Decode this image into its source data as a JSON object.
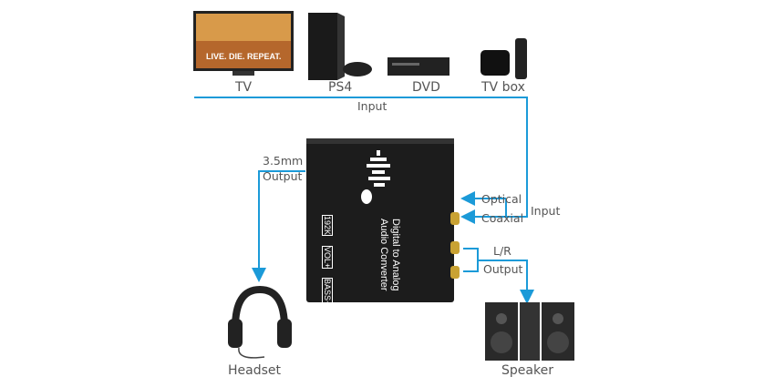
{
  "sources": [
    {
      "label": "TV",
      "screen_text": "LIVE. DIE. REPEAT."
    },
    {
      "label": "PS4"
    },
    {
      "label": "DVD"
    },
    {
      "label": "TV box"
    }
  ],
  "input_label": "Input",
  "device": {
    "title_line1": "Digital to Analog",
    "title_line2": "Audio Converter",
    "buttons": [
      "192K",
      "VOL+",
      "BASS+"
    ]
  },
  "right_input": {
    "optical": "Optical",
    "coaxial": "Coaxial",
    "label": "Input"
  },
  "headphone_output": {
    "line1": "3.5mm",
    "line2": "Output"
  },
  "lr_output": {
    "line1": "L/R",
    "line2": "Output"
  },
  "outputs": {
    "headset": "Headset",
    "speaker": "Speaker"
  },
  "colors": {
    "line": "#1b9ad8",
    "device": "#1c1c1c",
    "gold": "#c9a233"
  }
}
